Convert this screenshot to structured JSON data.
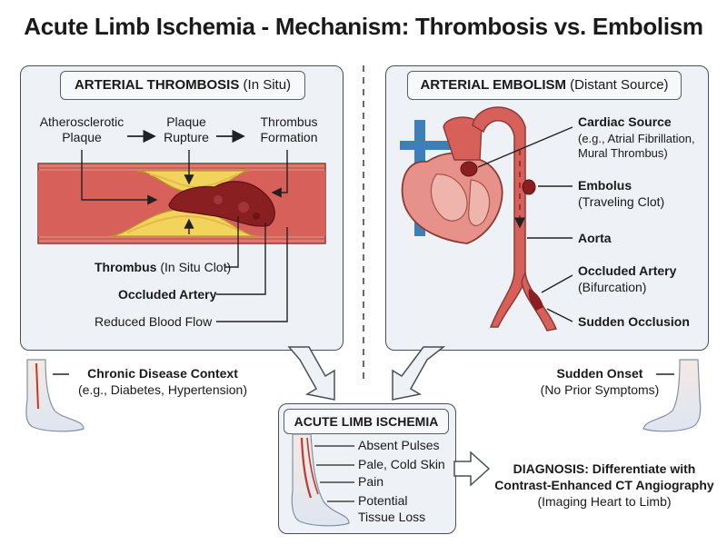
{
  "title": "Acute Limb Ischemia - Mechanism: Thrombosis vs. Embolism",
  "left_panel": {
    "header_bold": "ARTERIAL THROMBOSIS",
    "header_rest": " (In Situ)",
    "steps": [
      "Atherosclerotic Plaque",
      "Plaque Rupture",
      "Thrombus Formation"
    ],
    "labels": {
      "thrombus_bold": "Thrombus",
      "thrombus_rest": " (In Situ Clot)",
      "occluded": "Occluded Artery",
      "reduced_flow": "Reduced Blood Flow"
    }
  },
  "right_panel": {
    "header_bold": "ARTERIAL EMBOLISM",
    "header_rest": " (Distant Source)",
    "labels": {
      "cardiac_title": "Cardiac Source",
      "cardiac_sub1": "(e.g., Atrial Fibrillation,",
      "cardiac_sub2": "Mural Thrombus)",
      "embolus_title": "Embolus",
      "embolus_sub": "(Traveling Clot)",
      "aorta": "Aorta",
      "occluded_title": "Occluded Artery",
      "occluded_sub": "(Bifurcation)",
      "sudden_occlusion": "Sudden Occlusion"
    }
  },
  "chronic": {
    "title": "Chronic Disease Context",
    "sub": "(e.g., Diabetes, Hypertension)"
  },
  "sudden": {
    "title": "Sudden Onset",
    "sub": "(No Prior Symptoms)"
  },
  "ali": {
    "header": "ACUTE LIMB ISCHEMIA",
    "items": [
      "Absent Pulses",
      "Pale, Cold Skin",
      "Pain",
      "Potential",
      "Tissue Loss"
    ]
  },
  "diagnosis": {
    "line1": "DIAGNOSIS: Differentiate with",
    "line2": "Contrast-Enhanced CT Angiography",
    "line3": "(Imaging Heart to Limb)"
  },
  "colors": {
    "artery": "#d9675e",
    "artery_dark": "#a83a33",
    "plaque": "#f2d35c",
    "clot": "#8a1f22",
    "vein": "#3f7fb8",
    "panel": "#eef1f5"
  }
}
